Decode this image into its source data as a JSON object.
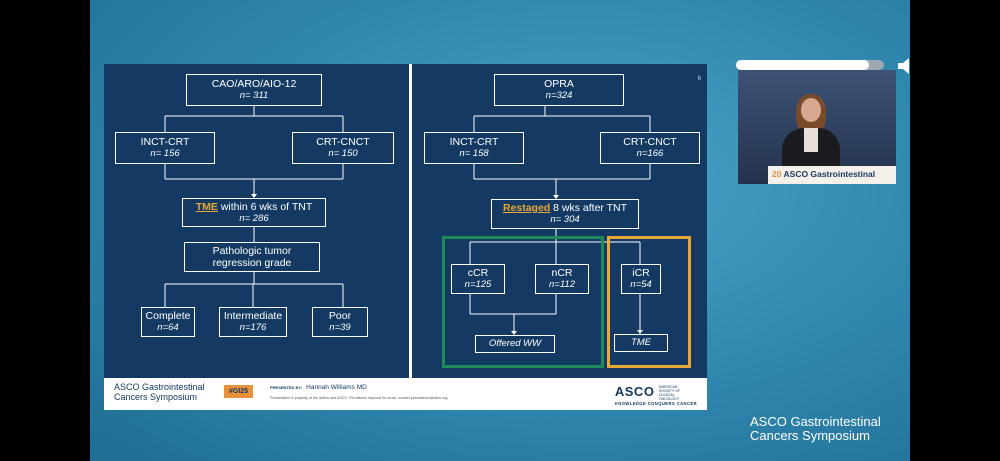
{
  "slide": {
    "number": "6",
    "left": {
      "top": {
        "title": "CAO/ARO/AIO-12",
        "n": "n= 311"
      },
      "arm1": {
        "title": "INCT-CRT",
        "n": "n= 156"
      },
      "arm2": {
        "title": "CRT-CNCT",
        "n": "n= 150"
      },
      "tme": {
        "hl": "TME",
        "rest": " within 6 wks of TNT",
        "n": "n= 286"
      },
      "grade": {
        "line1": "Pathologic tumor",
        "line2": "regression grade"
      },
      "o1": {
        "title": "Complete",
        "n": "n=64"
      },
      "o2": {
        "title": "Intermediate",
        "n": "n=176"
      },
      "o3": {
        "title": "Poor",
        "n": "n=39"
      }
    },
    "right": {
      "top": {
        "title": "OPRA",
        "n": "n=324"
      },
      "arm1": {
        "title": "INCT-CRT",
        "n": "n= 158"
      },
      "arm2": {
        "title": "CRT-CNCT",
        "n": "n=166"
      },
      "restaged": {
        "hl": "Restaged",
        "rest": " 8 wks after TNT",
        "n": "n= 304"
      },
      "ccr": {
        "title": "cCR",
        "n": "n=125"
      },
      "ncr": {
        "title": "nCR",
        "n": "n=112"
      },
      "icr": {
        "title": "iCR",
        "n": "n=54"
      },
      "ww": "Offered WW",
      "tme": "TME"
    },
    "footer": {
      "logo1": "ASCO Gastrointestinal",
      "logo2": "Cancers Symposium",
      "tag": "#GI25",
      "presented_by": "PRESENTED BY:",
      "presenter": "Hannah Williams MD",
      "note": "Presentation is property of the author and ASCO. Permission required for reuse; contact permissions@asco.org.",
      "asco": "ASCO",
      "society": "AMERICAN SOCIETY OF CLINICAL ONCOLOGY",
      "tagline": "KNOWLEDGE CONQUERS CANCER"
    }
  },
  "video": {
    "podium_year": "20",
    "podium_text": "ASCO Gastrointestinal"
  },
  "progress": 0.9,
  "brand": {
    "line1": "ASCO Gastrointestinal",
    "line2": "Cancers Symposium"
  },
  "colors": {
    "slide_bg": "#143a63",
    "highlight": "#e7a93a",
    "green_box": "#1f8a5a",
    "gold_box": "#e7a93a"
  }
}
